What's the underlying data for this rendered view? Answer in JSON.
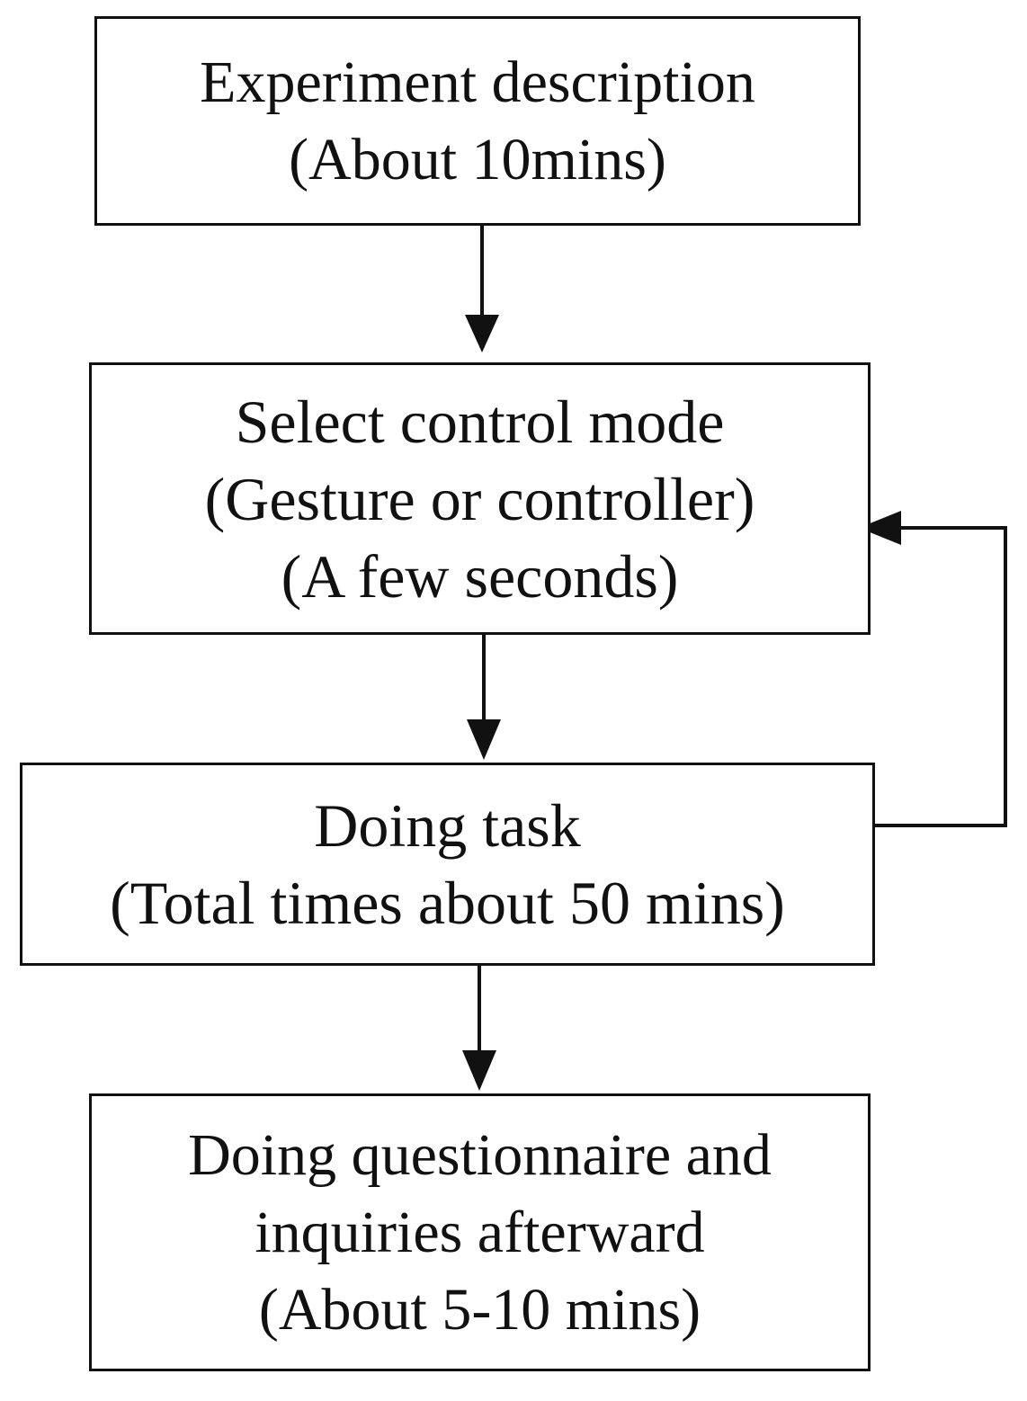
{
  "steps": [
    {
      "lines": [
        "Experiment description",
        "(About 10mins)"
      ]
    },
    {
      "lines": [
        "Select control mode",
        "(Gesture or controller)",
        "(A few seconds)"
      ]
    },
    {
      "lines": [
        "Doing task",
        "(Total times about 50 mins)"
      ]
    },
    {
      "lines": [
        "Doing questionnaire and",
        "inquiries afterward",
        "(About 5-10 mins)"
      ]
    }
  ],
  "colors": {
    "stroke": "#111111",
    "background": "#ffffff"
  }
}
